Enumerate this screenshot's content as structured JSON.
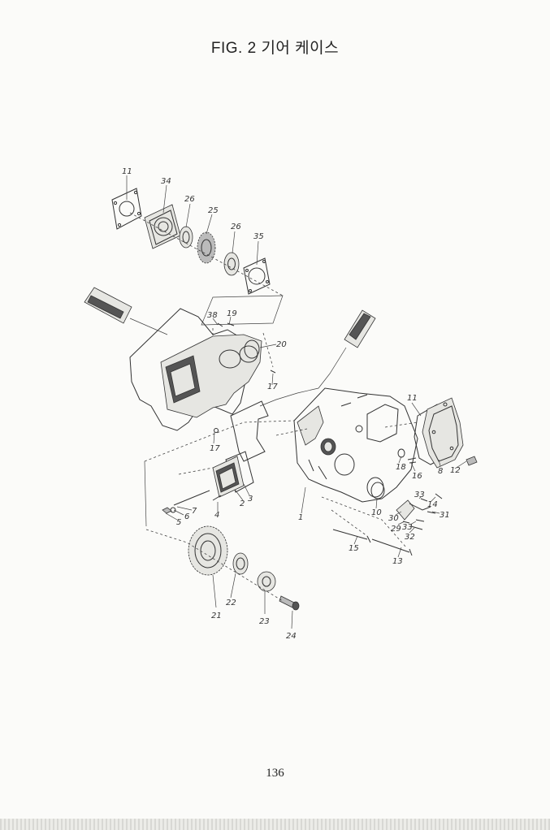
{
  "title": "FIG. 2 기어 케이스",
  "page_number": "136",
  "callouts": {
    "c11a": "11",
    "c34": "34",
    "c26a": "26",
    "c25": "25",
    "c26b": "26",
    "c35": "35",
    "c38": "38",
    "c19": "19",
    "c20": "20",
    "c17a": "17",
    "c17b": "17",
    "c11b": "11",
    "c18": "18",
    "c16": "16",
    "c8": "8",
    "c12": "12",
    "c33a": "33",
    "c14": "14",
    "c31": "31",
    "c30": "30",
    "c29": "29",
    "c33b": "33",
    "c32": "32",
    "c10": "10",
    "c1": "1",
    "c15": "15",
    "c13": "13",
    "c3": "3",
    "c2": "2",
    "c4": "4",
    "c7": "7",
    "c6": "6",
    "c5": "5",
    "c21": "21",
    "c22": "22",
    "c23": "23",
    "c24": "24"
  }
}
